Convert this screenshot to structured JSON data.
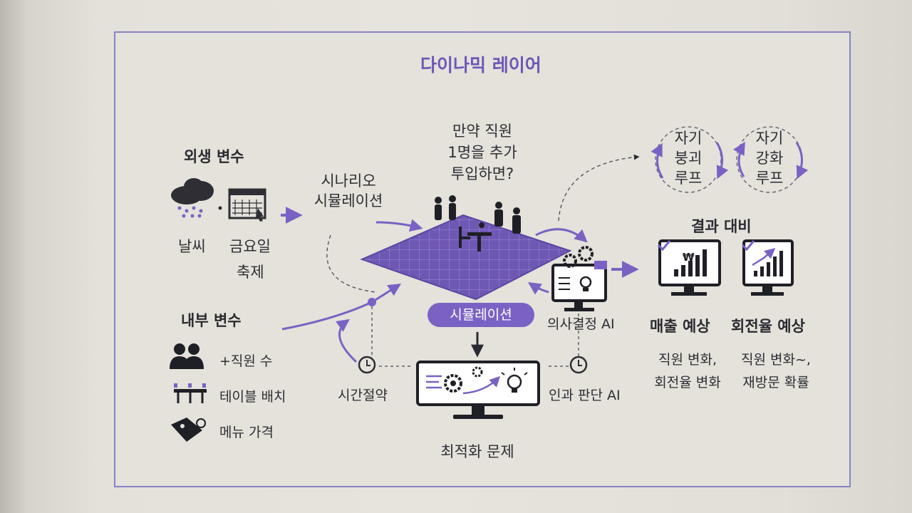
{
  "title": "다이나믹 레이어",
  "external": {
    "heading": "외생 변수",
    "items": [
      "날씨",
      "금요일",
      "축제"
    ]
  },
  "scenario": {
    "label_line1": "시나리오",
    "label_line2": "시뮬레이션",
    "question_line1": "만약 직원",
    "question_line2": "1명을 추가",
    "question_line3": "투입하면?"
  },
  "internal": {
    "heading": "내부 변수",
    "items": [
      "+직원 수",
      "테이블 배치",
      "메뉴 가격"
    ]
  },
  "simulation_pill": "시뮬레이션",
  "time_saving": "시간절약",
  "decision_ai": "의사결정 AI",
  "causal_ai": "인과 판단 AI",
  "optimization": "최적화 문제",
  "loops": {
    "collapse": [
      "자기",
      "붕괴",
      "루프"
    ],
    "reinforce": [
      "자기",
      "강화",
      "루프"
    ]
  },
  "result": {
    "heading": "결과 대비",
    "sales": {
      "title": "매출 예상",
      "line1": "직원 변화,",
      "line2": "회전율 변화"
    },
    "turnover": {
      "title": "회전율 예상",
      "line1": "직원 변화~,",
      "line2": "재방문 확률"
    }
  },
  "colors": {
    "accent": "#7a62c4",
    "title": "#6f55b8",
    "frame": "#8a82c4",
    "dark": "#2b2b33"
  }
}
